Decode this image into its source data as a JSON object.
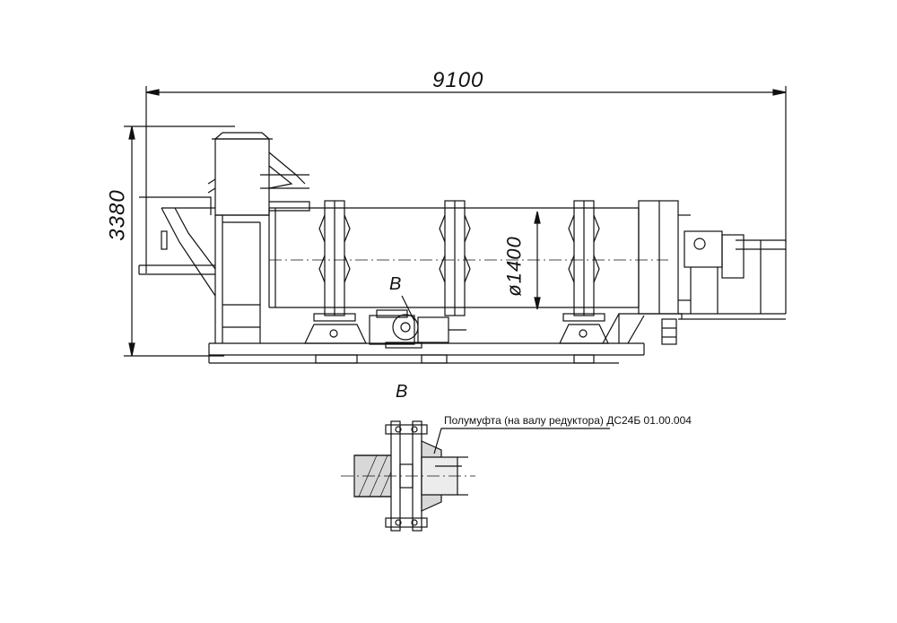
{
  "dimensions": {
    "overall_length": "9100",
    "overall_height": "3380",
    "drum_diameter": "ø1400"
  },
  "detail_ref": "В",
  "detail_title": "В",
  "callout": "Полумуфта (на валу редуктора) ДС24Б 01.00.004",
  "colors": {
    "line": "#111111",
    "background": "#ffffff"
  }
}
